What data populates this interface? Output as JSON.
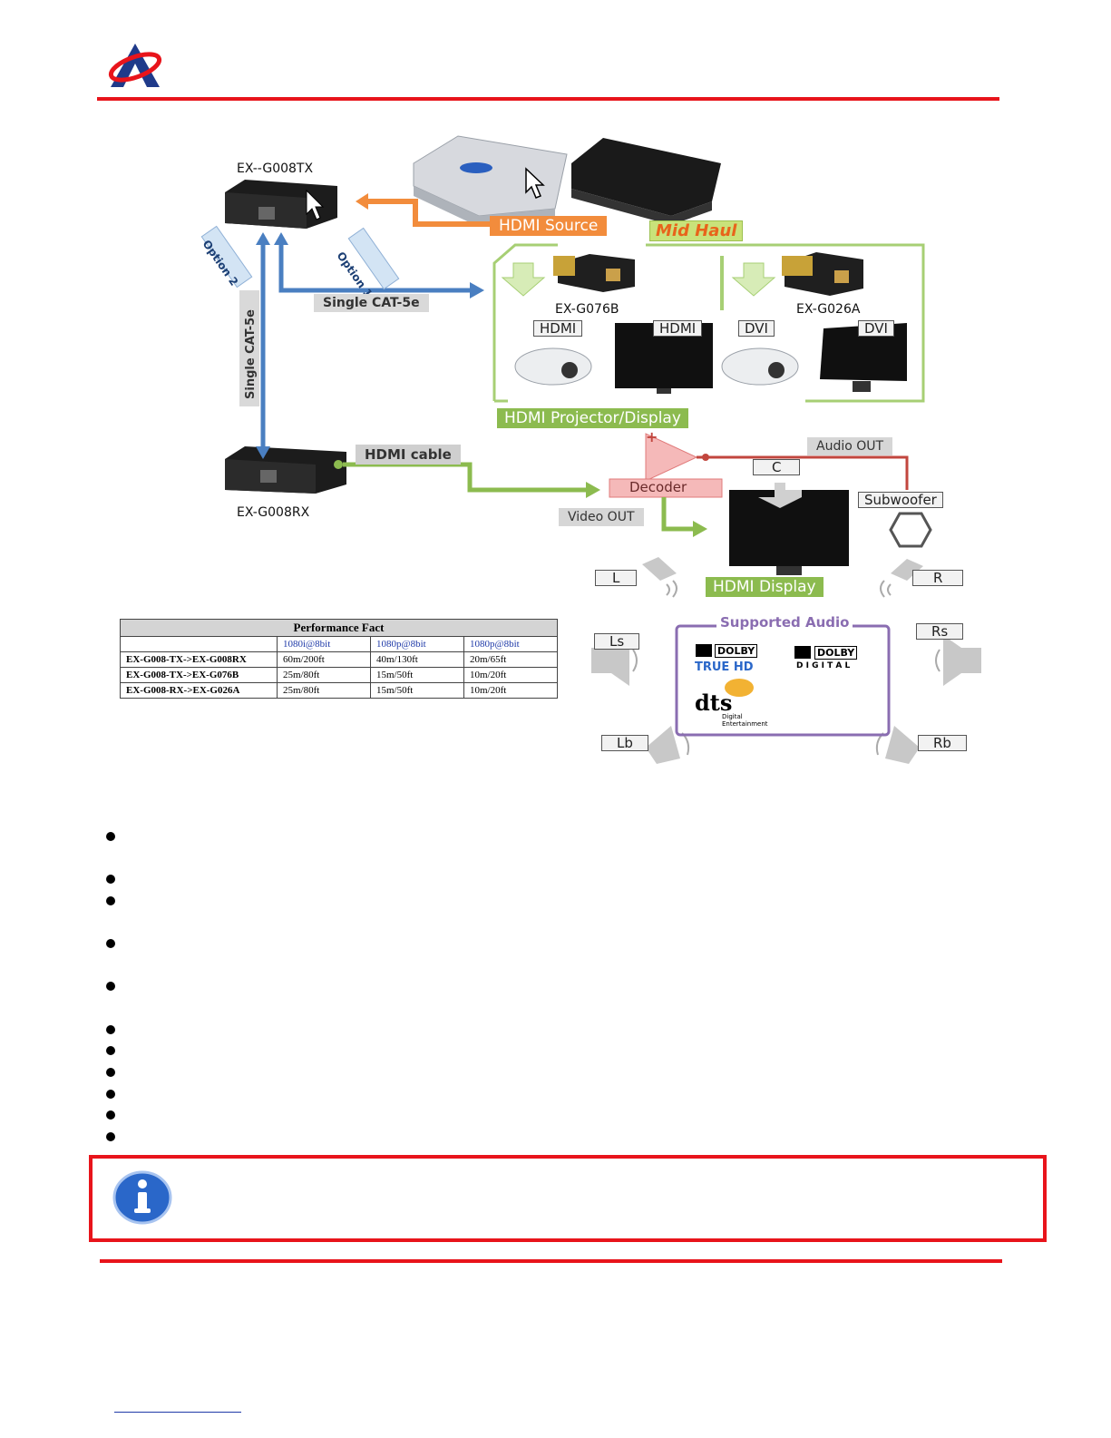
{
  "header": {
    "logo": "AR logo"
  },
  "diagram": {
    "tx_label": "EX--G008TX",
    "rx_label": "EX-G008RX",
    "hdmi_source": "HDMI Source",
    "mid_haul": "Mid Haul",
    "option_1": "Option 1",
    "option_2": "Option 2",
    "single_cat_h": "Single CAT-5e",
    "single_cat_v": "Single CAT-5e",
    "hdmi_cable": "HDMI cable",
    "adapter_1": "EX-G076B",
    "adapter_2": "EX-G026A",
    "display_tags": [
      "HDMI",
      "HDMI",
      "DVI",
      "DVI"
    ],
    "projector_display": "HDMI Projector/Display",
    "audio_out": "Audio OUT",
    "video_out": "Video OUT",
    "decoder": "Decoder",
    "plus_sign": "+",
    "hdmi_display": "HDMI Display",
    "subwoofer": "Subwoofer",
    "speakers": {
      "c": "C",
      "l": "L",
      "r": "R",
      "ls": "Ls",
      "rs": "Rs",
      "lb": "Lb",
      "rb": "Rb"
    },
    "supported_audio": "Supported Audio",
    "audio_logos": {
      "dolby": "DOLBY",
      "truehd": "TRUE HD",
      "dolby_digital": "DOLBY",
      "digital": "D I G I T A L",
      "dts": "dts",
      "dts_sub": "Digital Entertainment"
    }
  },
  "performance": {
    "title": "Performance Fact",
    "columns": [
      "1080i@8bit",
      "1080p@8bit",
      "1080p@8bit"
    ],
    "rows": [
      {
        "label": "EX-G008-TX->EX-G008RX",
        "values": [
          "60m/200ft",
          "40m/130ft",
          "20m/65ft"
        ]
      },
      {
        "label": "EX-G008-TX->EX-G076B",
        "values": [
          "25m/80ft",
          "15m/50ft",
          "10m/20ft"
        ]
      },
      {
        "label": "EX-G008-RX->EX-G026A",
        "values": [
          "25m/80ft",
          "15m/50ft",
          "10m/20ft"
        ]
      }
    ]
  },
  "colors": {
    "rule_red": "#e8141b",
    "orange": "#f28c3c",
    "green": "#8cbb4f",
    "blue": "#4a7fc1",
    "purple": "#8a6db1",
    "info_blue": "#2a67c9"
  }
}
